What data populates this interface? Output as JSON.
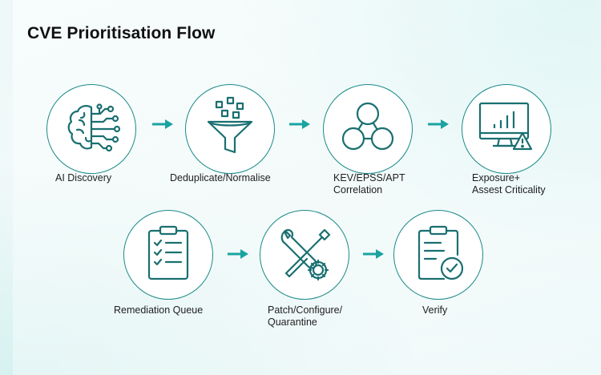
{
  "title": "CVE Prioritisation Flow",
  "steps": [
    {
      "label": "AI Discovery",
      "icon": "brain-circuit-icon"
    },
    {
      "label": "Deduplicate/Normalise",
      "icon": "funnel-icon"
    },
    {
      "label_line1": "KEV/EPSS/APT",
      "label_line2": "Correlation",
      "icon": "three-circles-icon"
    },
    {
      "label_line1": "Exposure+",
      "label_line2": "Assest Criticality",
      "icon": "monitor-warning-icon"
    },
    {
      "label": "Remediation Queue",
      "icon": "clipboard-checklist-icon"
    },
    {
      "label_line1": "Patch/Configure/",
      "label_line2": "Quarantine",
      "icon": "wrench-screwdriver-gear-icon"
    },
    {
      "label": "Verify",
      "icon": "clipboard-check-icon"
    }
  ],
  "colors": {
    "stroke": "#1a6f70",
    "accent": "#1a9d9b",
    "arrow": "#1aa3a1"
  }
}
